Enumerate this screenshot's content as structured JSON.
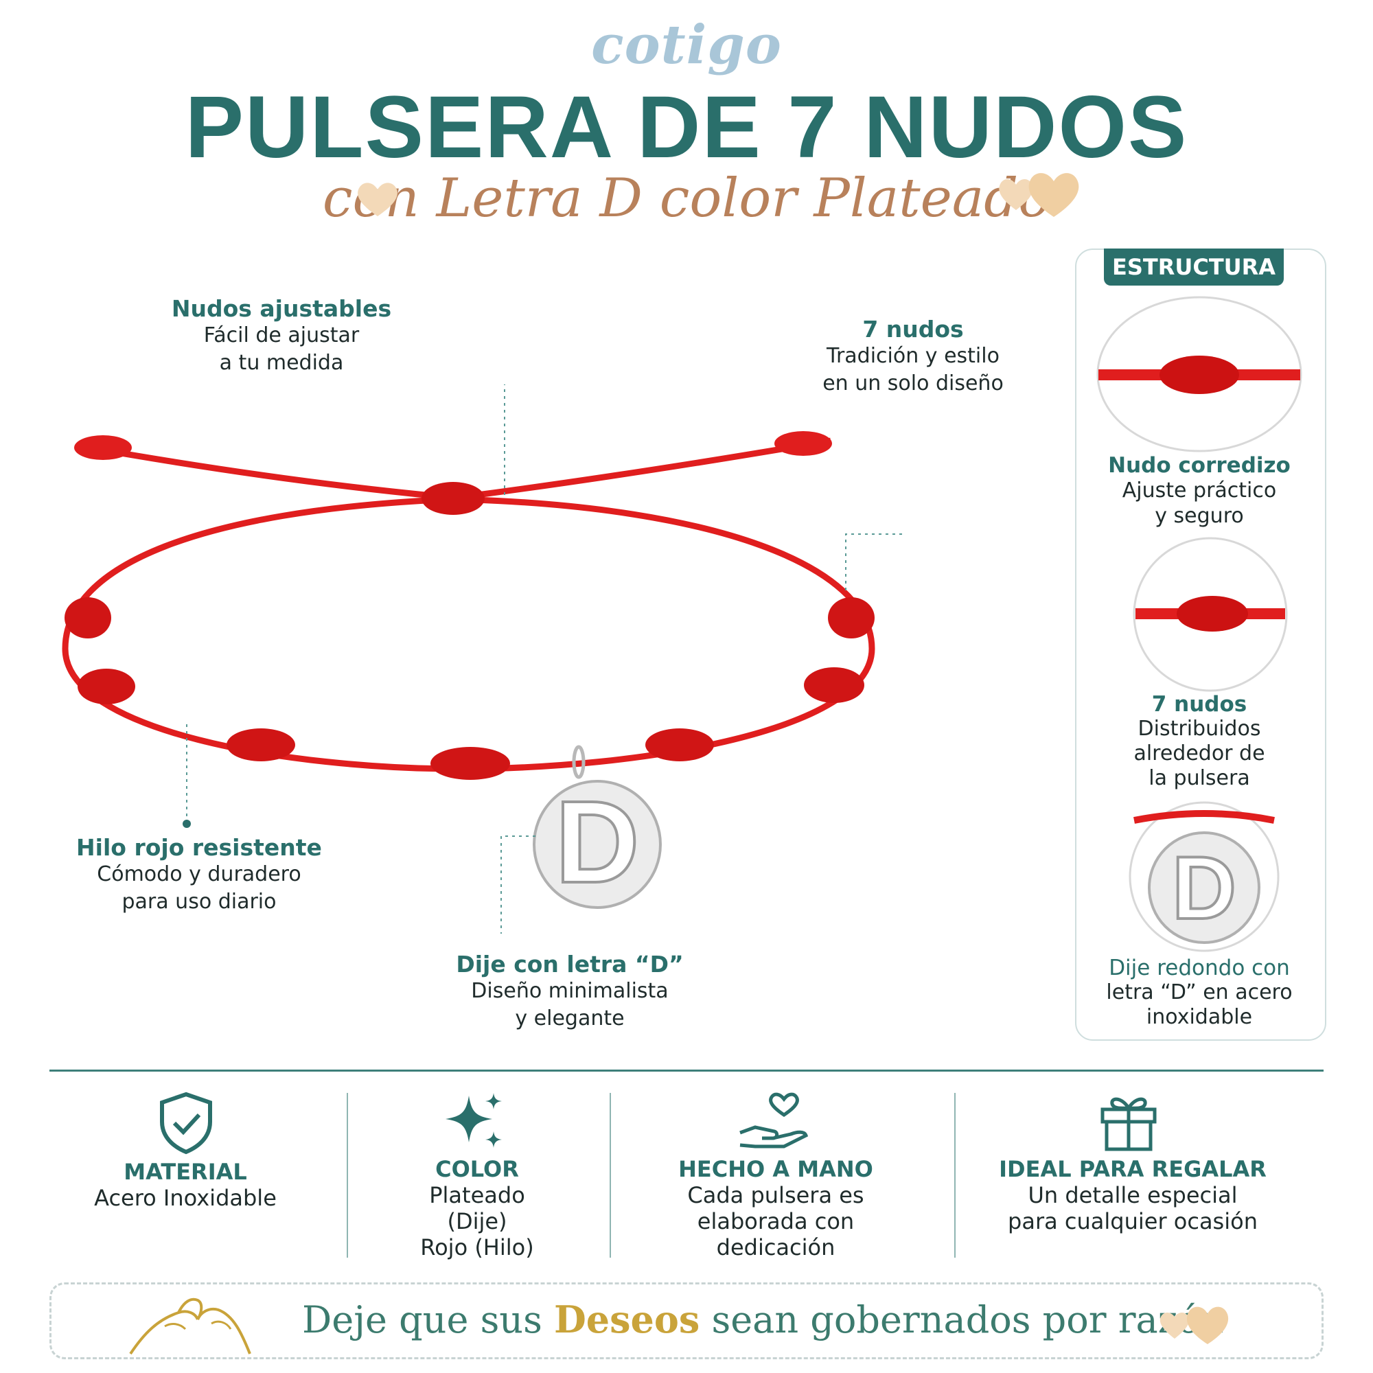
{
  "header": {
    "brand": "cotigo",
    "title": "PULSERA DE 7 NUDOS",
    "subtitle": "con Letra D color Plateado"
  },
  "callouts": {
    "adjustable": {
      "title": "Nudos ajustables",
      "line1": "Fácil de ajustar",
      "line2": "a tu medida"
    },
    "seven_knots": {
      "title": "7 nudos",
      "line1": "Tradición y estilo",
      "line2": "en un solo diseño"
    },
    "thread": {
      "title": "Hilo rojo resistente",
      "line1": "Cómodo y duradero",
      "line2": "para uso diario"
    },
    "charm": {
      "title": "Dije con letra “D”",
      "line1": "Diseño minimalista",
      "line2": "y elegante"
    }
  },
  "charm_letter": "D",
  "structure": {
    "tab": "ESTRUCTURA",
    "items": [
      {
        "title": "Nudo corredizo",
        "line1": "Ajuste práctico",
        "line2": "y seguro",
        "line3": ""
      },
      {
        "title": "7 nudos",
        "line1": "Distribuidos",
        "line2": "alrededor de",
        "line3": "la pulsera"
      },
      {
        "title": "Dije redondo con",
        "line1": "letra “D” en acero",
        "line2": "inoxidable",
        "line3": ""
      }
    ]
  },
  "features": [
    {
      "icon": "shield-check-icon",
      "title": "MATERIAL",
      "line1": "Acero Inoxidable",
      "line2": "",
      "line3": ""
    },
    {
      "icon": "sparkle-icon",
      "title": "COLOR",
      "line1": "Plateado",
      "line2": "(Dije)",
      "line3": "Rojo (Hilo)"
    },
    {
      "icon": "hand-heart-icon",
      "title": "HECHO A MANO",
      "line1": "Cada pulsera es",
      "line2": "elaborada con",
      "line3": "dedicación"
    },
    {
      "icon": "gift-icon",
      "title": "IDEAL PARA REGALAR",
      "line1": "Un detalle especial",
      "line2": "para cualquier ocasión",
      "line3": ""
    }
  ],
  "banner": {
    "before": "Deje que sus ",
    "highlight": "Deseos",
    "after": " sean gobernados por razón"
  },
  "colors": {
    "teal": "#2a6f6b",
    "red_thread": "#e01e1e",
    "gold": "#c9a33a",
    "copper": "#b8815b",
    "light_blue": "#a9c6d8"
  }
}
